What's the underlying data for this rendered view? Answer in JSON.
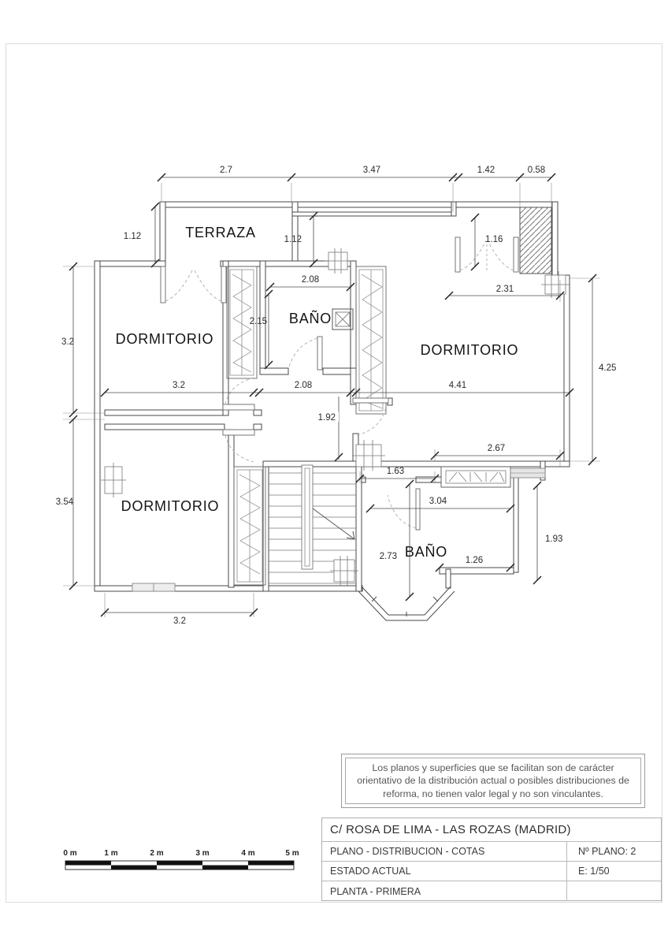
{
  "sheet": {
    "disclaimer": "Los planos y superficies que se facilitan son de carácter orientativo de la distribución actual o posibles distribuciones de reforma, no tienen valor legal y no son vinculantes.",
    "title_block": {
      "address": "C/  ROSA DE LIMA - LAS ROZAS   (MADRID)",
      "rows": [
        {
          "label": "PLANO   -   DISTRIBUCION - COTAS",
          "value": "Nº PLANO:  2"
        },
        {
          "label": "ESTADO  ACTUAL",
          "value": "E: 1/50"
        },
        {
          "label": "PLANTA - PRIMERA",
          "value": ""
        }
      ]
    },
    "scale_bar": {
      "labels": [
        "0 m",
        "1 m",
        "2 m",
        "3 m",
        "4 m",
        "5 m"
      ]
    }
  },
  "plan": {
    "rooms": [
      "TERRAZA",
      "DORMITORIO",
      "BAÑO",
      "DORMITORIO",
      "DORMITORIO",
      "BAÑO"
    ],
    "dims": {
      "top": [
        "2.7",
        "3.47",
        "1.42",
        "0.58"
      ],
      "terraza_height": "1.12",
      "left_upper": "3.2",
      "left_lower": "3.54",
      "entry_height": "1.12",
      "door_width": "1.16",
      "closet_width": "2.31",
      "bath1_width": "2.08",
      "bath1_height": "2.15",
      "mid_left": "3.2",
      "mid_center": "2.08",
      "mid_right": "4.41",
      "hall_height": "1.92",
      "right_height": "4.25",
      "lower_right_width": "2.67",
      "hall_width": "1.63",
      "bath2_width": "3.04",
      "bath2_height": "2.73",
      "bath2_window": "1.26",
      "bath2_right_height": "1.93",
      "bottom_width": "3.2"
    }
  },
  "colors": {
    "wall_line": "#4a4a4a",
    "dim_line": "#444444",
    "door_arc": "#b5b5b5",
    "page_frame": "#dcdcdc",
    "table_border": "#b0b0b0",
    "scale_bar_fill": "#111111"
  }
}
